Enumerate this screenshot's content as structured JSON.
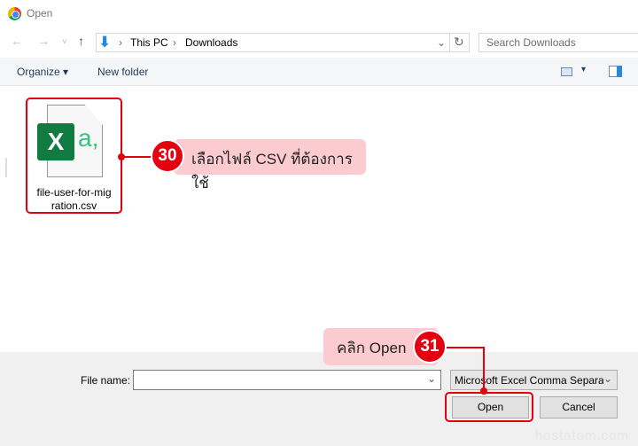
{
  "window": {
    "title": "Open",
    "app_icon": "chrome-icon"
  },
  "nav": {
    "back": "←",
    "forward": "→",
    "recent": "˅",
    "up": "↑"
  },
  "address": {
    "path": [
      "This PC",
      "Downloads"
    ],
    "separator": "›",
    "refresh": "↻",
    "dropdown": "⌄"
  },
  "search": {
    "placeholder": "Search Downloads"
  },
  "toolbar": {
    "organize": "Organize ▾",
    "new_folder": "New folder",
    "view": "▾"
  },
  "files": [
    {
      "name": "file-user-for-migration.csv",
      "line1": "file-user-for-mig",
      "line2": "ration.csv",
      "icon_letter": "X",
      "icon_suffix": "a,"
    }
  ],
  "annotations": [
    {
      "number": "30",
      "text": "เลือกไฟล์ CSV ที่ต้องการใช้"
    },
    {
      "number": "31",
      "text": "คลิก Open"
    }
  ],
  "bottom": {
    "file_name_label": "File name:",
    "file_name_value": "",
    "file_type": "Microsoft Excel Comma Separa",
    "open": "Open",
    "cancel": "Cancel"
  },
  "watermark": "hostatom.com",
  "colors": {
    "annotation_red": "#e3000f",
    "annotation_pink": "#fccbd0",
    "excel_green": "#107c41"
  }
}
